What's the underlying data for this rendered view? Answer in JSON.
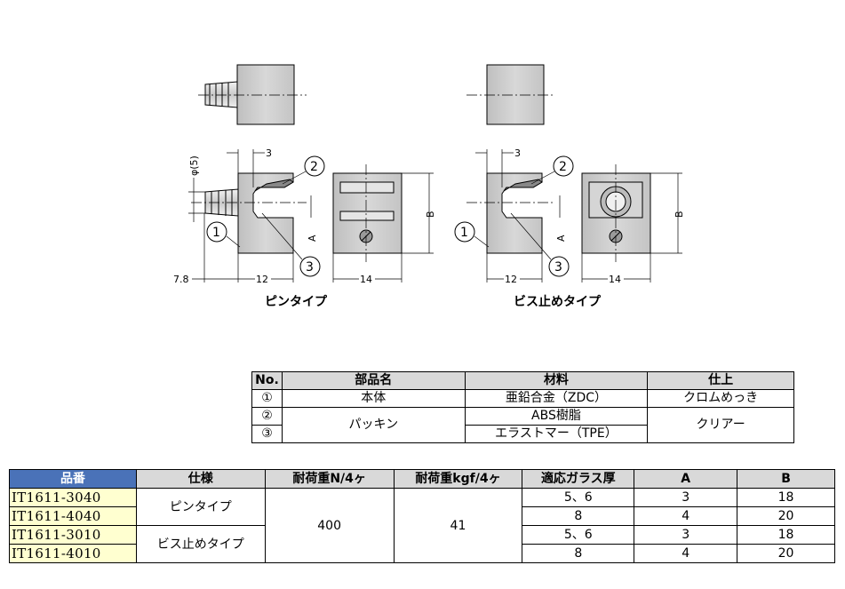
{
  "diagram": {
    "dims": {
      "phi5": "φ(5)",
      "three": "3",
      "seven_eight": "7.8",
      "twelve": "12",
      "fourteen": "14",
      "a": "A",
      "b": "B"
    },
    "callouts": [
      "1",
      "2",
      "3"
    ],
    "captions": {
      "pin_type": "ピンタイプ",
      "screw_type": "ビス止めタイプ"
    }
  },
  "parts_table": {
    "headers": [
      "No.",
      "部品名",
      "材料",
      "仕上"
    ],
    "rows": [
      {
        "no": "①",
        "name": "本体",
        "material": "亜鉛合金（ZDC）",
        "finish": "クロムめっき"
      },
      {
        "no": "②",
        "name": "パッキン",
        "material": "ABS樹脂",
        "finish": "クリアー"
      },
      {
        "no": "③",
        "material": "エラストマー（TPE）"
      }
    ]
  },
  "spec_table": {
    "headers": [
      "品番",
      "仕様",
      "耐荷重N/4ヶ",
      "耐荷重kgf/4ヶ",
      "適応ガラス厚",
      "A",
      "B"
    ],
    "rows": [
      {
        "model": "IT1611-3040",
        "glass": "5、6",
        "a": "3",
        "b": "18"
      },
      {
        "model": "IT1611-4040",
        "glass": "8",
        "a": "4",
        "b": "20"
      },
      {
        "model": "IT1611-3010",
        "glass": "5、6",
        "a": "3",
        "b": "18"
      },
      {
        "model": "IT1611-4010",
        "glass": "8",
        "a": "4",
        "b": "20"
      }
    ],
    "spec_pin": "ピンタイプ",
    "spec_screw": "ビス止めタイプ",
    "load_n": "400",
    "load_kgf": "41"
  }
}
